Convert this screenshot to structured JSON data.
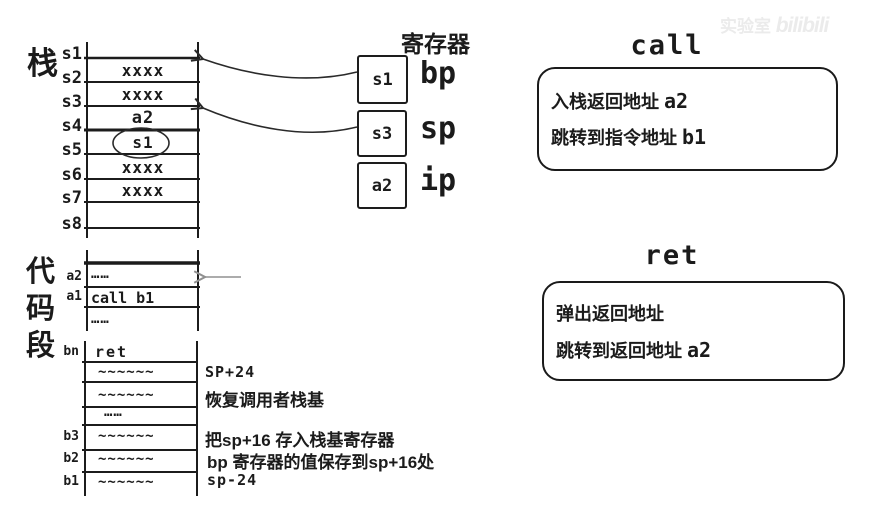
{
  "watermark": {
    "zh": "实验室",
    "logo": "bilibili"
  },
  "stack": {
    "label": "栈",
    "row_labels": [
      "s1",
      "s2",
      "s3",
      "s4",
      "s5",
      "s6",
      "s7",
      "s8"
    ],
    "cells": [
      "xxxx",
      "xxxx",
      "a2",
      "s1",
      "xxxx",
      "xxxx"
    ],
    "circled_cell": "s1"
  },
  "registers": {
    "title": "寄存器",
    "items": [
      {
        "value": "s1",
        "name": "bp"
      },
      {
        "value": "s3",
        "name": "sp"
      },
      {
        "value": "a2",
        "name": "ip"
      }
    ]
  },
  "code_segment": {
    "label": "代码段",
    "upper_rows": [
      {
        "addr": "a2",
        "content": "……"
      },
      {
        "addr": "a1",
        "content": "call b1"
      },
      {
        "addr": "",
        "content": "……"
      }
    ],
    "lower_rows": [
      {
        "addr": "bn",
        "content": "ret",
        "note": ""
      },
      {
        "addr": "",
        "content": "~~~~~~",
        "note": "SP+24"
      },
      {
        "addr": "",
        "content": "~~~~~~",
        "note": "恢复调用者栈基"
      },
      {
        "addr": "",
        "content": "……",
        "note": ""
      },
      {
        "addr": "b3",
        "content": "~~~~~~",
        "note": "把sp+16 存入栈基寄存器"
      },
      {
        "addr": "b2",
        "content": "~~~~~~",
        "note": "bp 寄存器的值保存到sp+16处"
      },
      {
        "addr": "b1",
        "content": "~~~~~~",
        "note": "sp-24"
      }
    ]
  },
  "call_box": {
    "title": "call",
    "line1_zh": "入栈返回地址",
    "line1_code": "a2",
    "line2_zh": "跳转到指令地址",
    "line2_code": "b1"
  },
  "ret_box": {
    "title": "ret",
    "line1_zh": "弹出返回地址",
    "line1_code": "",
    "line2_zh": "跳转到返回地址",
    "line2_code": "a2"
  },
  "colors": {
    "ink": "#1c1c1c",
    "faded_arrow": "#909090",
    "watermark": "#ebebeb"
  }
}
